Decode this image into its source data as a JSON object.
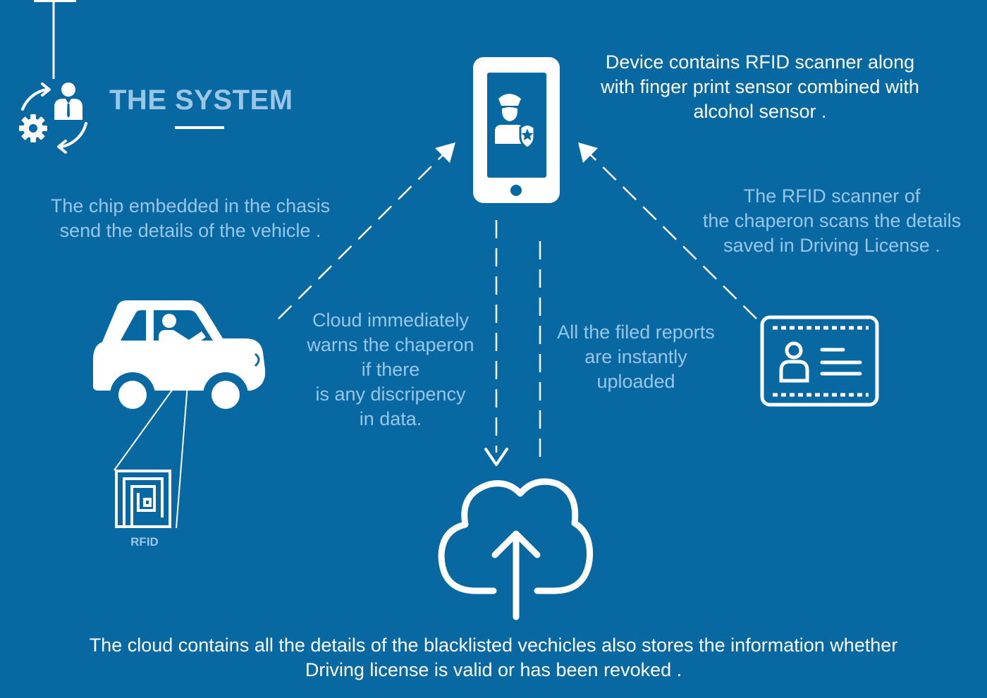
{
  "header": {
    "title": "THE SYSTEM"
  },
  "nodes": {
    "device_note": [
      "Device contains RFID scanner along",
      "with finger print sensor combined with",
      "alcohol sensor ."
    ],
    "chip_note": [
      "The chip embedded in the chasis",
      "send the details of the vehicle ."
    ],
    "rfid_scanner_note": [
      "The RFID scanner of",
      "the chaperon scans the details",
      "saved in Driving License ."
    ],
    "cloud_warning_note": [
      "Cloud immediately",
      "warns the chaperon",
      "if there",
      "is any discripency",
      "in data."
    ],
    "upload_note": [
      "All the filed reports",
      "are instantly",
      "uploaded"
    ],
    "rfid_tag_label": "RFID",
    "cloud_note": [
      "The cloud contains all the details of the blacklisted vechicles also stores the information whether",
      "Driving license is valid or has been revoked ."
    ]
  },
  "icons": {
    "system": "system-process-icon",
    "phone": "smartphone-icon",
    "officer": "police-officer-icon",
    "car": "car-driver-icon",
    "rfid_tag": "rfid-tag-icon",
    "license": "driving-license-icon",
    "cloud": "cloud-upload-icon"
  },
  "colors": {
    "background": "#0868a1",
    "primary_text": "#ffffff",
    "secondary_text": "#98c6e6"
  }
}
